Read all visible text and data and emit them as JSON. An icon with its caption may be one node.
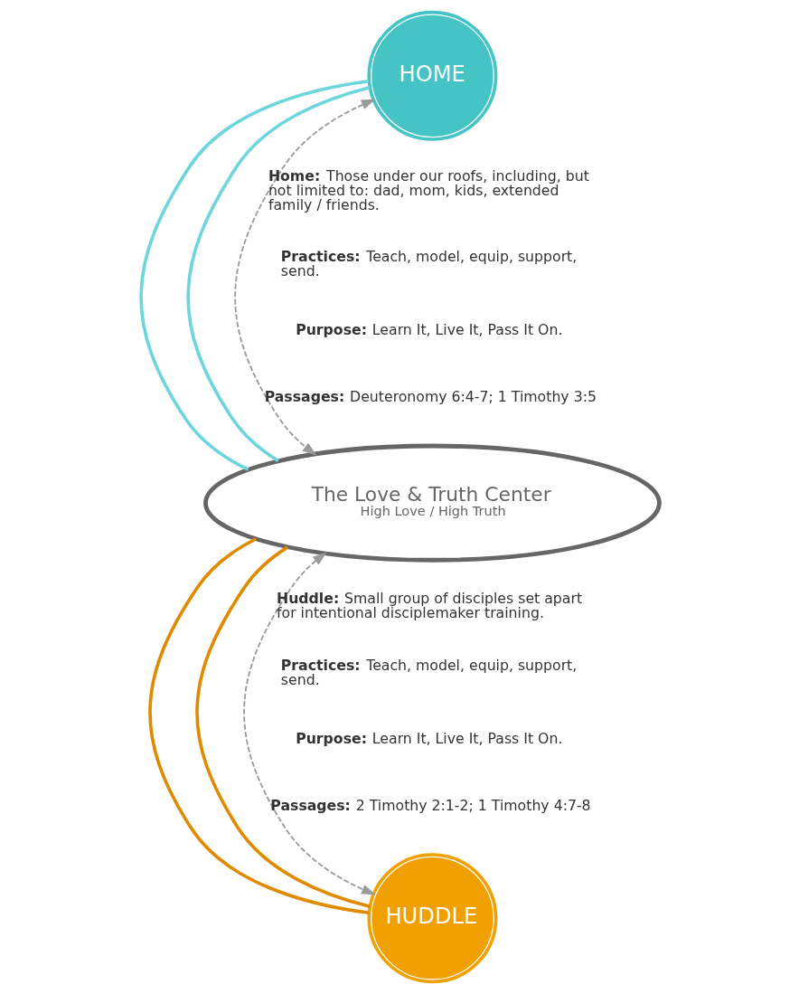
{
  "diagram": {
    "nodes": [
      {
        "text": [
          "HOME"
        ]
      },
      {
        "text": [
          "The Love & Truth Center",
          "High Love / High Truth"
        ]
      },
      {
        "text": [
          "HUDDLE"
        ]
      }
    ],
    "edges": [
      {
        "from": 0,
        "to": 1,
        "arrow": "none",
        "color": "#6dd5dc"
      },
      {
        "from": 0,
        "to": 1,
        "arrow": "none",
        "color": "#6dd5dc"
      },
      {
        "from": 0,
        "to": 1,
        "arrow": "both",
        "style": "dashed",
        "color": "#9a9a9a"
      },
      {
        "from": 1,
        "to": 2,
        "arrow": "none",
        "color": "#e08a00"
      },
      {
        "from": 1,
        "to": 2,
        "arrow": "none",
        "color": "#e08a00"
      },
      {
        "from": 1,
        "to": 2,
        "arrow": "both",
        "style": "dashed",
        "color": "#9a9a9a"
      }
    ],
    "labels": [
      "**Home:** Those under our roofs, including, but not limited to: dad, mom, kids, extended family / friends.",
      "**Practices:** Teach, model, equip, support, send.",
      "**Purpose:** Learn It, Live It, Pass It On.",
      "**Passages:** Deuteronomy 6:4-7; 1 Timothy 3:5",
      "**Huddle:** Small group of disciples set apart for intentional disciplemaker training.",
      "**Practices:** Teach, model, equip, support, send.",
      "**Purpose:** Learn It, Live It, Pass It On.",
      "**Passages:** 2 Timothy 2:1-2; 1 Timothy 4:7-8"
    ]
  }
}
